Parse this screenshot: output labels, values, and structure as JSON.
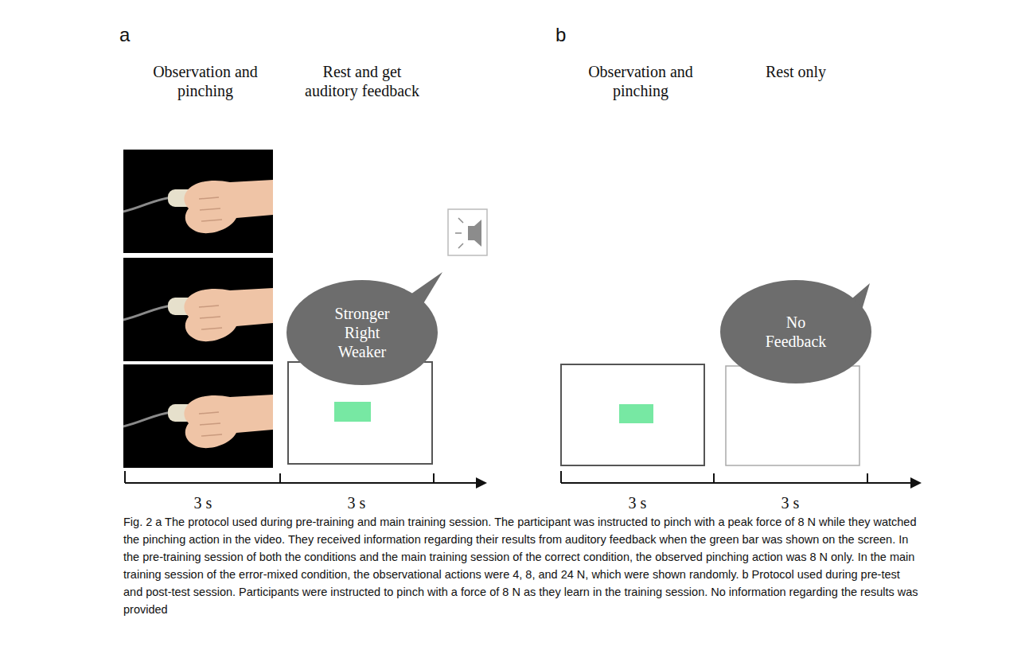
{
  "diagram": {
    "caption": "Fig. 2 a The protocol used during pre-training and main training session. The participant was instructed to pinch with a peak force of 8 N while they watched the pinching action in the video. They received information regarding their results from auditory feedback when the green bar was shown on the screen. In the pre-training session of both the conditions and the main training session of the correct condition, the observed pinching action was 8 N only. In the main training session of the error-mixed condition, the observational actions were 4, 8, and 24 N, which were shown randomly. b Protocol used during pre-test and post-test session. Participants were instructed to pinch with a force of 8 N as they learn in the training session. No information regarding the results was provided",
    "nodes": [
      {
        "text": [
          "Stronger Right Weaker"
        ]
      },
      {
        "text": [
          "No Feedback"
        ]
      }
    ],
    "labels": [
      "a",
      "Observation and pinching",
      "Rest and get auditory feedback",
      "3 s",
      "3 s",
      "b",
      "Observation and pinching",
      "Rest only",
      "3 s",
      "3 s"
    ]
  }
}
